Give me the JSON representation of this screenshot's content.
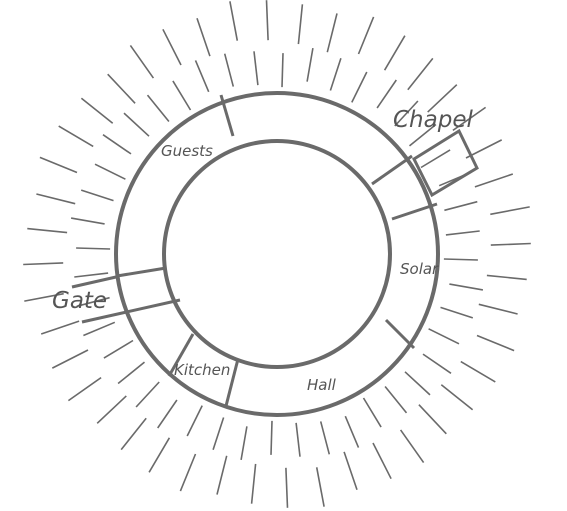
{
  "diagram": {
    "title": "",
    "rooms": [
      {
        "id": "guests",
        "label": "Guests"
      },
      {
        "id": "chapel",
        "label": "Chapel"
      },
      {
        "id": "solar",
        "label": "Solar"
      },
      {
        "id": "gate",
        "label": "Gate"
      },
      {
        "id": "kitchen",
        "label": "Kitchen"
      },
      {
        "id": "hall",
        "label": "Hall"
      }
    ],
    "colors": {
      "stroke": "#6a6a6a",
      "label": "#555555",
      "background": "#ffffff"
    }
  }
}
